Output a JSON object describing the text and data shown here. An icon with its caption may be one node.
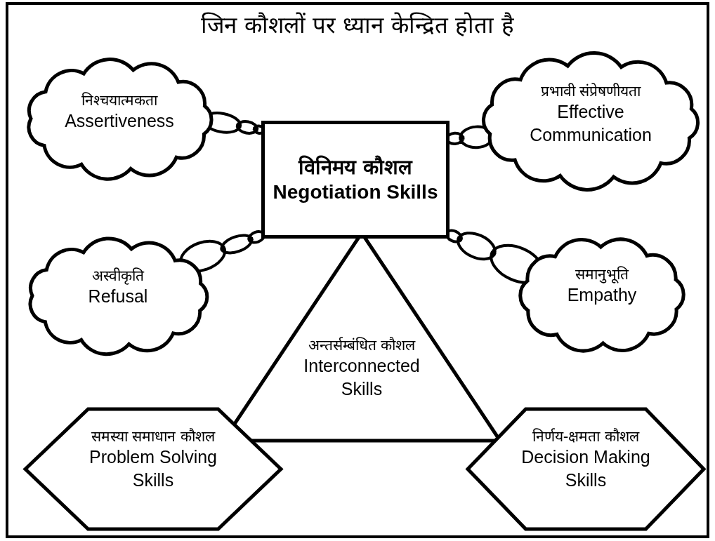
{
  "diagram": {
    "title": "जिन कौशलों पर ध्यान केन्द्रित होता है",
    "nodes": [
      {
        "text": [
          "विनिमय कौशल",
          "Negotiation Skills"
        ]
      },
      {
        "text": [
          "निश्चयात्मकता",
          "Assertiveness"
        ]
      },
      {
        "text": [
          "प्रभावी संप्रेषणीयता",
          "Effective Communication"
        ]
      },
      {
        "text": [
          "अस्वीकृति",
          "Refusal"
        ]
      },
      {
        "text": [
          "समानुभूति",
          "Empathy"
        ]
      },
      {
        "text": [
          "अन्तर्सम्बंधित कौशल",
          "Interconnected Skills"
        ]
      },
      {
        "text": [
          "समस्या समाधान कौशल",
          "Problem Solving Skills"
        ]
      },
      {
        "text": [
          "निर्णय-क्षमता कौशल",
          "Decision Making Skills"
        ]
      }
    ],
    "edges": [
      {
        "from": 1,
        "to": 0,
        "arrow": "none"
      },
      {
        "from": 2,
        "to": 0,
        "arrow": "none"
      },
      {
        "from": 3,
        "to": 0,
        "arrow": "none"
      },
      {
        "from": 4,
        "to": 0,
        "arrow": "none"
      }
    ]
  }
}
